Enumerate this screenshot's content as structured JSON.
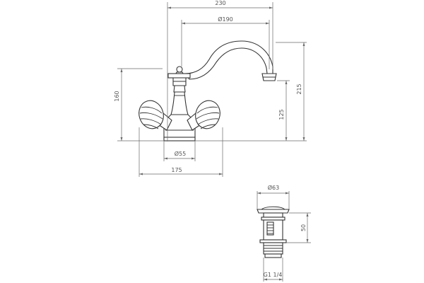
{
  "dimensions": {
    "overall_width": "230",
    "spout_reach": "Ø190",
    "height_left": "160",
    "total_height": "215",
    "spout_height": "125",
    "base_diameter": "Ø55",
    "handle_span": "175",
    "waste_diameter": "Ø63",
    "waste_height": "50",
    "waste_thread": "G1 1/4"
  }
}
